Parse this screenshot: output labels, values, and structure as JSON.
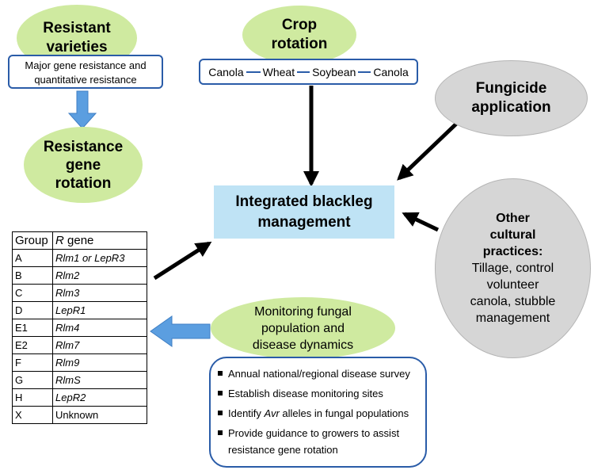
{
  "resistant_varieties": {
    "line1": "Resistant",
    "line2": "varieties"
  },
  "major_gene_box": {
    "line1": "Major gene resistance and",
    "line2": "quantitative resistance"
  },
  "resistance_gene_rotation": {
    "line1": "Resistance",
    "line2": "gene",
    "line3": "rotation"
  },
  "crop_rotation": {
    "line1": "Crop",
    "line2": "rotation"
  },
  "crop_sequence": [
    "Canola",
    "Wheat",
    "Soybean",
    "Canola"
  ],
  "fungicide": {
    "line1": "Fungicide",
    "line2": "application"
  },
  "center": {
    "line1": "Integrated blackleg",
    "line2": "management"
  },
  "other_practices": {
    "title1": "Other",
    "title2": "cultural",
    "title3": "practices:",
    "body1": "Tillage, control",
    "body2": "volunteer",
    "body3": "canola, stubble",
    "body4": "management"
  },
  "r_gene_table": {
    "header_group": "Group",
    "header_gene_italic": "R",
    "header_gene_rest": " gene",
    "rows": [
      {
        "group": "A",
        "gene": "Rlm1 or LepR3",
        "italic": true
      },
      {
        "group": "B",
        "gene": "Rlm2",
        "italic": true
      },
      {
        "group": "C",
        "gene": "Rlm3",
        "italic": true
      },
      {
        "group": "D",
        "gene": "LepR1",
        "italic": true
      },
      {
        "group": "E1",
        "gene": "Rlm4",
        "italic": true
      },
      {
        "group": "E2",
        "gene": "Rlm7",
        "italic": true
      },
      {
        "group": "F",
        "gene": "Rlm9",
        "italic": true
      },
      {
        "group": "G",
        "gene": "RlmS",
        "italic": true
      },
      {
        "group": "H",
        "gene": "LepR2",
        "italic": true
      },
      {
        "group": "X",
        "gene": "Unknown",
        "italic": false
      }
    ]
  },
  "monitoring": {
    "line1": "Monitoring fungal",
    "line2": "population and",
    "line3": "disease dynamics"
  },
  "monitoring_items": {
    "item1": "Annual national/regional disease survey",
    "item2": "Establish disease monitoring sites",
    "item3_pre": "Identify ",
    "item3_italic": "Avr",
    "item3_post": " alleles in fungal populations",
    "item4_line1": "Provide guidance to growers to assist",
    "item4_line2": "resistance gene rotation"
  },
  "colors": {
    "ellipse_green": "#cfeaa0",
    "ellipse_gray": "#d6d6d6",
    "center_box": "#bfe3f5",
    "box_border": "#2a5ca8",
    "block_arrow": "#5b9ee0"
  }
}
